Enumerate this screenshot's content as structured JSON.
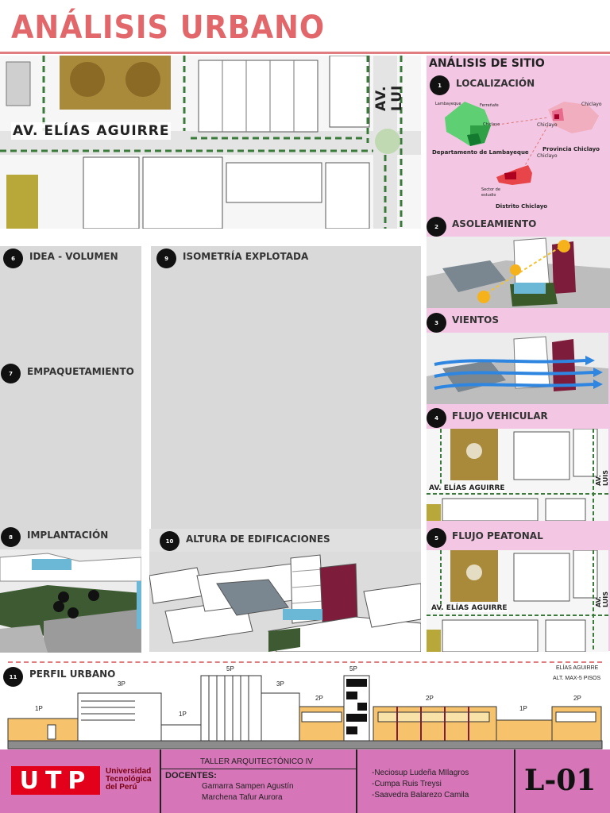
{
  "title": "ANÁLISIS URBANO",
  "street_labels": {
    "elias_aguirre": "AV. ELÍAS AGUIRRE",
    "luis": "AV. LUI",
    "small_elias": "AV. ELÍAS AGUIRRE",
    "small_luis": "AV. LUIS GONZ"
  },
  "site": {
    "heading": "ANÁLISIS DE SITIO",
    "sections": [
      {
        "num": "1",
        "label": "LOCALIZACIÓN"
      },
      {
        "num": "2",
        "label": "ASOLEAMIENTO"
      },
      {
        "num": "3",
        "label": "VIENTOS"
      },
      {
        "num": "4",
        "label": "FLUJO VEHICULAR"
      },
      {
        "num": "5",
        "label": "FLUJO PEATONAL"
      }
    ],
    "map_labels": {
      "lambayeque": "Lambayeque",
      "ferrenafe": "Ferreñafe",
      "chiclayo_dep": "Chiclayo",
      "dep": "Departamento de Lambayeque",
      "prov": "Provincia Chiclayo",
      "chiclayo_a": "Chiclayo",
      "chiclayo_b": "Chiclayo",
      "chiclayo_c": "Chiclayo",
      "sector": "Sector de estudio",
      "distrito": "Distrito Chiclayo"
    }
  },
  "left_sections": [
    {
      "num": "6",
      "label": "IDEA - VOLUMEN"
    },
    {
      "num": "7",
      "label": "EMPAQUETAMIENTO"
    },
    {
      "num": "8",
      "label": "IMPLANTACIÓN"
    },
    {
      "num": "9",
      "label": "ISOMETRÍA EXPLOTADA"
    },
    {
      "num": "10",
      "label": "ALTURA DE EDIFICACIONES"
    }
  ],
  "perfil": {
    "num": "11",
    "label": "PERFIL URBANO",
    "note_1": "ELÍAS AGUIRRE",
    "note_2": "ALT. MAX-5 PISOS",
    "floors": [
      "1P",
      "3P",
      "1P",
      "5P",
      "3P",
      "2P",
      "5P",
      "2P",
      "1P",
      "2P"
    ]
  },
  "footer": {
    "logo": "UTP",
    "uni_1": "Universidad",
    "uni_2": "Tecnológica",
    "uni_3": "del Perú",
    "taller": "TALLER ARQUITECTÓNICO IV",
    "docentes_label": "DOCENTES:",
    "docente_1": "Gamarra Sampen Agustín",
    "docente_2": "Marchena Tafur Aurora",
    "student_1": "-Neciosup Ludeña MIlagros",
    "student_2": "-Cumpa Ruis Treysi",
    "student_3": "-Saavedra Balarezo Camila",
    "sheet": "L-01"
  },
  "colors": {
    "title": "#e2676a",
    "pink_panel": "#f3c7e3",
    "gray_panel": "#d9d9d9",
    "footer": "#d675b8",
    "maroon": "#7e1d3b",
    "utp_red": "#e2001a"
  }
}
